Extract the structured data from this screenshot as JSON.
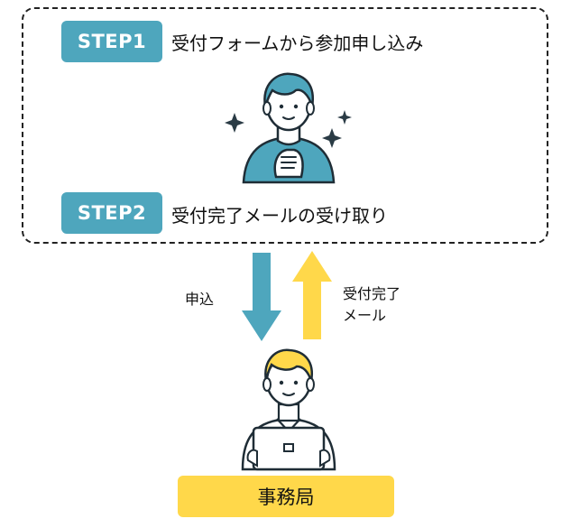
{
  "steps": [
    {
      "badge": "STEP1",
      "text": "受付フォームから参加申し込み"
    },
    {
      "badge": "STEP2",
      "text": "受付完了メールの受け取り"
    }
  ],
  "arrows": {
    "down_label": "申込",
    "up_label": "受付完了\nメール"
  },
  "office": {
    "label": "事務局"
  },
  "colors": {
    "teal": "#4ea6bd",
    "yellow": "#ffd84a",
    "outline": "#222222"
  }
}
